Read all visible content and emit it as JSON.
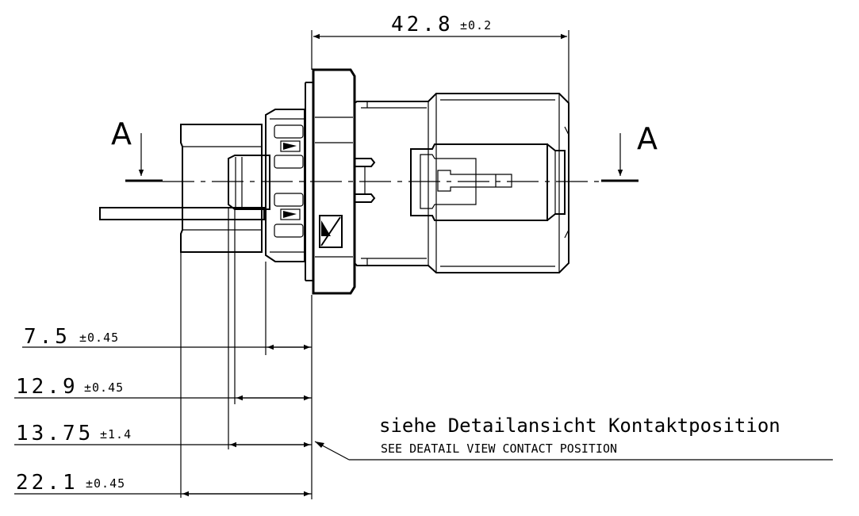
{
  "dimensions": {
    "overall": {
      "value": "42.8",
      "tolerance": "±0.2"
    },
    "d1": {
      "value": "7.5",
      "tolerance": "±0.45"
    },
    "d2": {
      "value": "12.9",
      "tolerance": "±0.45"
    },
    "d3": {
      "value": "13.75",
      "tolerance": "±1.4"
    },
    "d4": {
      "value": "22.1",
      "tolerance": "±0.45"
    }
  },
  "section": {
    "left_label": "A",
    "right_label": "A"
  },
  "note": {
    "german": "siehe Detailansicht Kontaktposition",
    "english": "SEE DEATAIL VIEW CONTACT POSITION"
  }
}
